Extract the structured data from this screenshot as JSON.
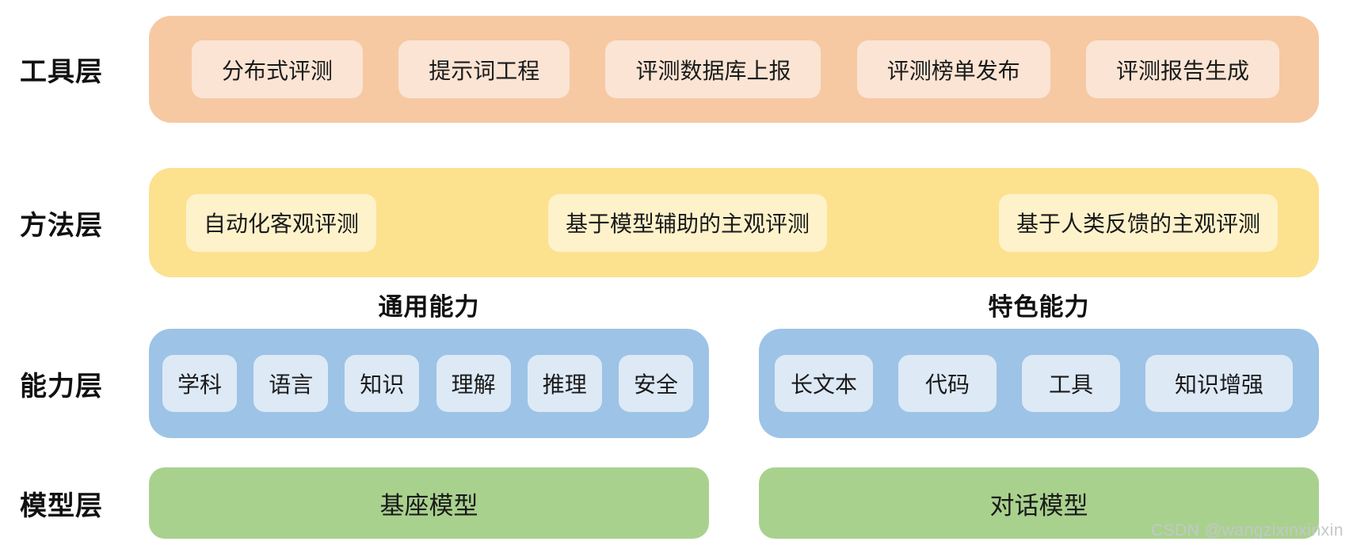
{
  "tool_layer": {
    "label": "工具层",
    "items": [
      "分布式评测",
      "提示词工程",
      "评测数据库上报",
      "评测榜单发布",
      "评测报告生成"
    ]
  },
  "method_layer": {
    "label": "方法层",
    "items": [
      "自动化客观评测",
      "基于模型辅助的主观评测",
      "基于人类反馈的主观评测"
    ]
  },
  "capability_layer": {
    "label": "能力层",
    "general": {
      "header": "通用能力",
      "items": [
        "学科",
        "语言",
        "知识",
        "理解",
        "推理",
        "安全"
      ]
    },
    "special": {
      "header": "特色能力",
      "items": [
        "长文本",
        "代码",
        "工具",
        "知识增强"
      ]
    }
  },
  "model_layer": {
    "label": "模型层",
    "base_model": "基座模型",
    "chat_model": "对话模型"
  },
  "watermark": "CSDN @wangzixinxinxin",
  "colors": {
    "tool_band": "#F6C9A3",
    "tool_chip": "#FBE4D4",
    "method_band": "#FCE18F",
    "method_chip": "#FEF2CB",
    "capability_band": "#9DC3E6",
    "capability_chip": "#DEE9F6",
    "model_band": "#A9D18E"
  }
}
